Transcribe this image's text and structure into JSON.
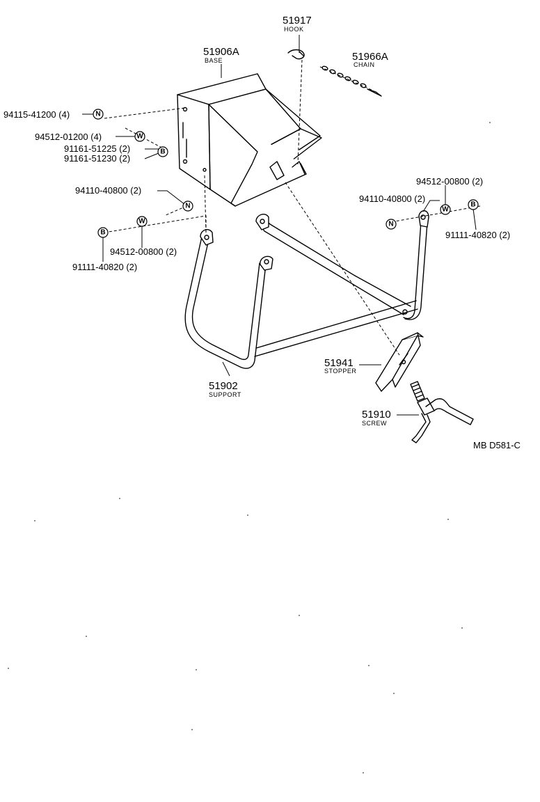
{
  "diagram_code": "MB D581-C",
  "parts": {
    "hook": {
      "number": "51917",
      "name": "HOOK"
    },
    "chain": {
      "number": "51966A",
      "name": "CHAIN"
    },
    "base": {
      "number": "51906A",
      "name": "BASE"
    },
    "support": {
      "number": "51902",
      "name": "SUPPORT"
    },
    "stopper": {
      "number": "51941",
      "name": "STOPPER"
    },
    "screw": {
      "number": "51910",
      "name": "SCREW"
    }
  },
  "fasteners": {
    "base_nut": {
      "label": "94115-41200 (4)",
      "symbol": "N"
    },
    "base_washer": {
      "label": "94512-01200 (4)",
      "symbol": "W"
    },
    "base_bolt_a": {
      "label": "91161-51225 (2)",
      "symbol": "B"
    },
    "base_bolt_b": {
      "label": "91161-51230 (2)"
    },
    "left_nut": {
      "label": "94110-40800 (2)",
      "symbol": "N"
    },
    "left_washer": {
      "label": "94512-00800 (2)",
      "symbol": "W"
    },
    "left_bolt": {
      "label": "91111-40820 (2)",
      "symbol": "B"
    },
    "right_washer": {
      "label": "94512-00800 (2)",
      "symbol": "W"
    },
    "right_nut": {
      "label": "94110-40800 (2)",
      "symbol": "N"
    },
    "right_bolt": {
      "label": "91111-40820 (2)",
      "symbol": "B"
    }
  }
}
